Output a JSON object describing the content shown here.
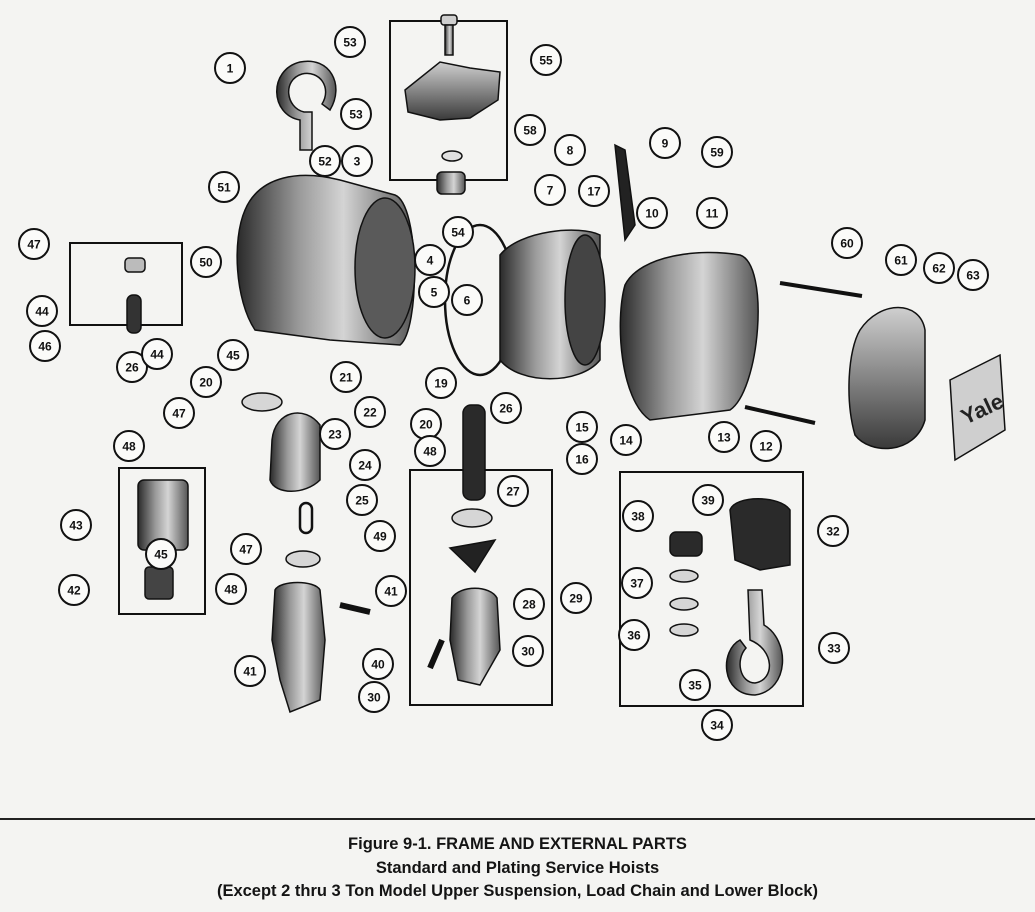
{
  "figure": {
    "caption_line1": "Figure 9-1. FRAME AND EXTERNAL PARTS",
    "caption_line2": "Standard and Plating Service Hoists",
    "caption_line3": "(Except 2 thru 3 Ton Model Upper Suspension, Load Chain and Lower Block)",
    "logo_text": "Yale"
  },
  "callouts": [
    "1",
    "3",
    "4",
    "5",
    "6",
    "7",
    "8",
    "9",
    "10",
    "11",
    "12",
    "13",
    "14",
    "15",
    "16",
    "17",
    "19",
    "20",
    "20",
    "21",
    "22",
    "23",
    "24",
    "25",
    "26",
    "26",
    "27",
    "28",
    "29",
    "30",
    "30",
    "32",
    "33",
    "34",
    "35",
    "36",
    "37",
    "38",
    "39",
    "40",
    "41",
    "41",
    "42",
    "43",
    "44",
    "44",
    "45",
    "45",
    "46",
    "47",
    "47",
    "47",
    "48",
    "48",
    "48",
    "49",
    "50",
    "51",
    "52",
    "53",
    "53",
    "54",
    "55",
    "58",
    "59",
    "60",
    "61",
    "62",
    "63"
  ]
}
